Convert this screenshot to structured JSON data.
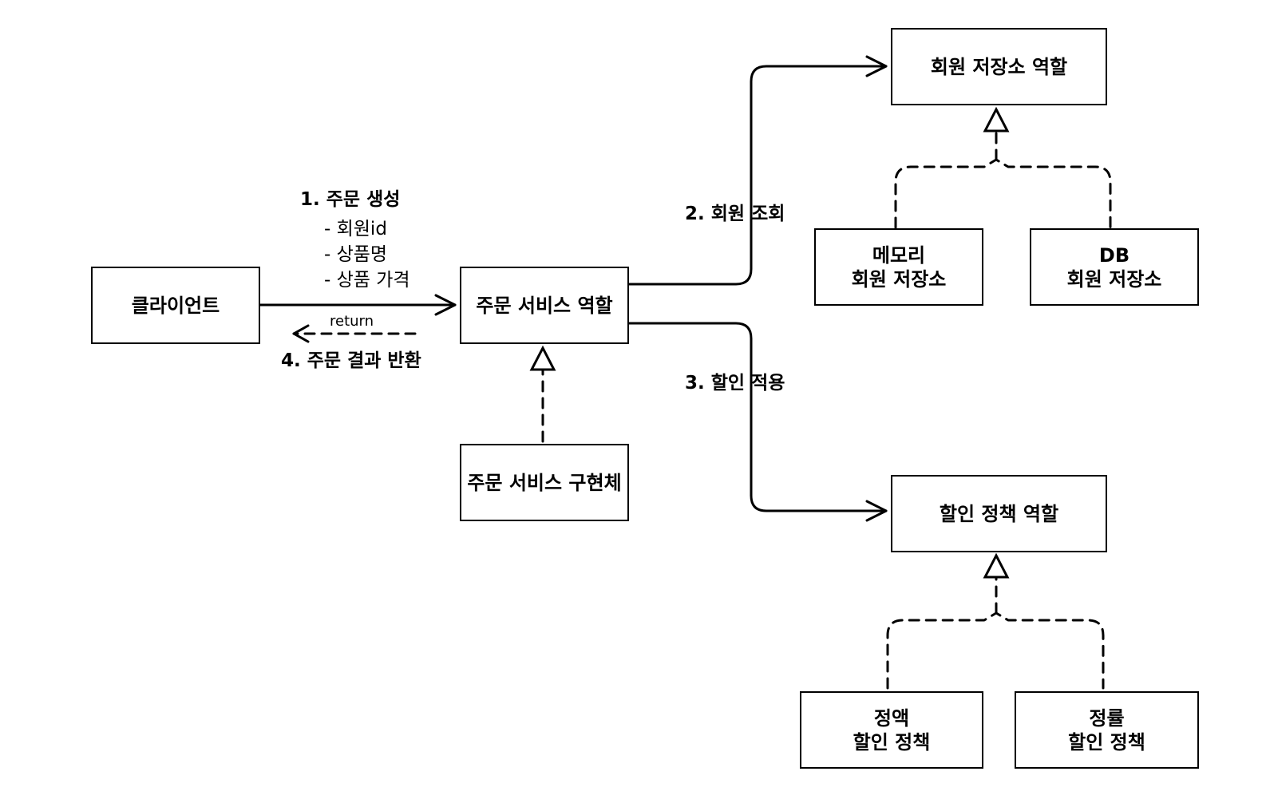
{
  "nodes": {
    "client": "클라이언트",
    "order_service_role": "주문 서비스 역할",
    "order_service_impl": "주문 서비스 구현체",
    "member_repo_role": "회원 저장소 역할",
    "memory_repo": {
      "line1": "메모리",
      "line2": "회원 저장소"
    },
    "db_repo": {
      "line1": "DB",
      "line2": "회원 저장소"
    },
    "discount_policy_role": "할인 정책 역할",
    "fixed_discount": {
      "line1": "정액",
      "line2": "할인 정책"
    },
    "rate_discount": {
      "line1": "정률",
      "line2": "할인 정책"
    }
  },
  "labels": {
    "step1": "1. 주문 생성",
    "step1_params": [
      "- 회원id",
      "- 상품명",
      "- 상품 가격"
    ],
    "return": "return",
    "step4": "4. 주문 결과 반환",
    "step2": "2. 회원 조회",
    "step3": "3. 할인 적용"
  }
}
